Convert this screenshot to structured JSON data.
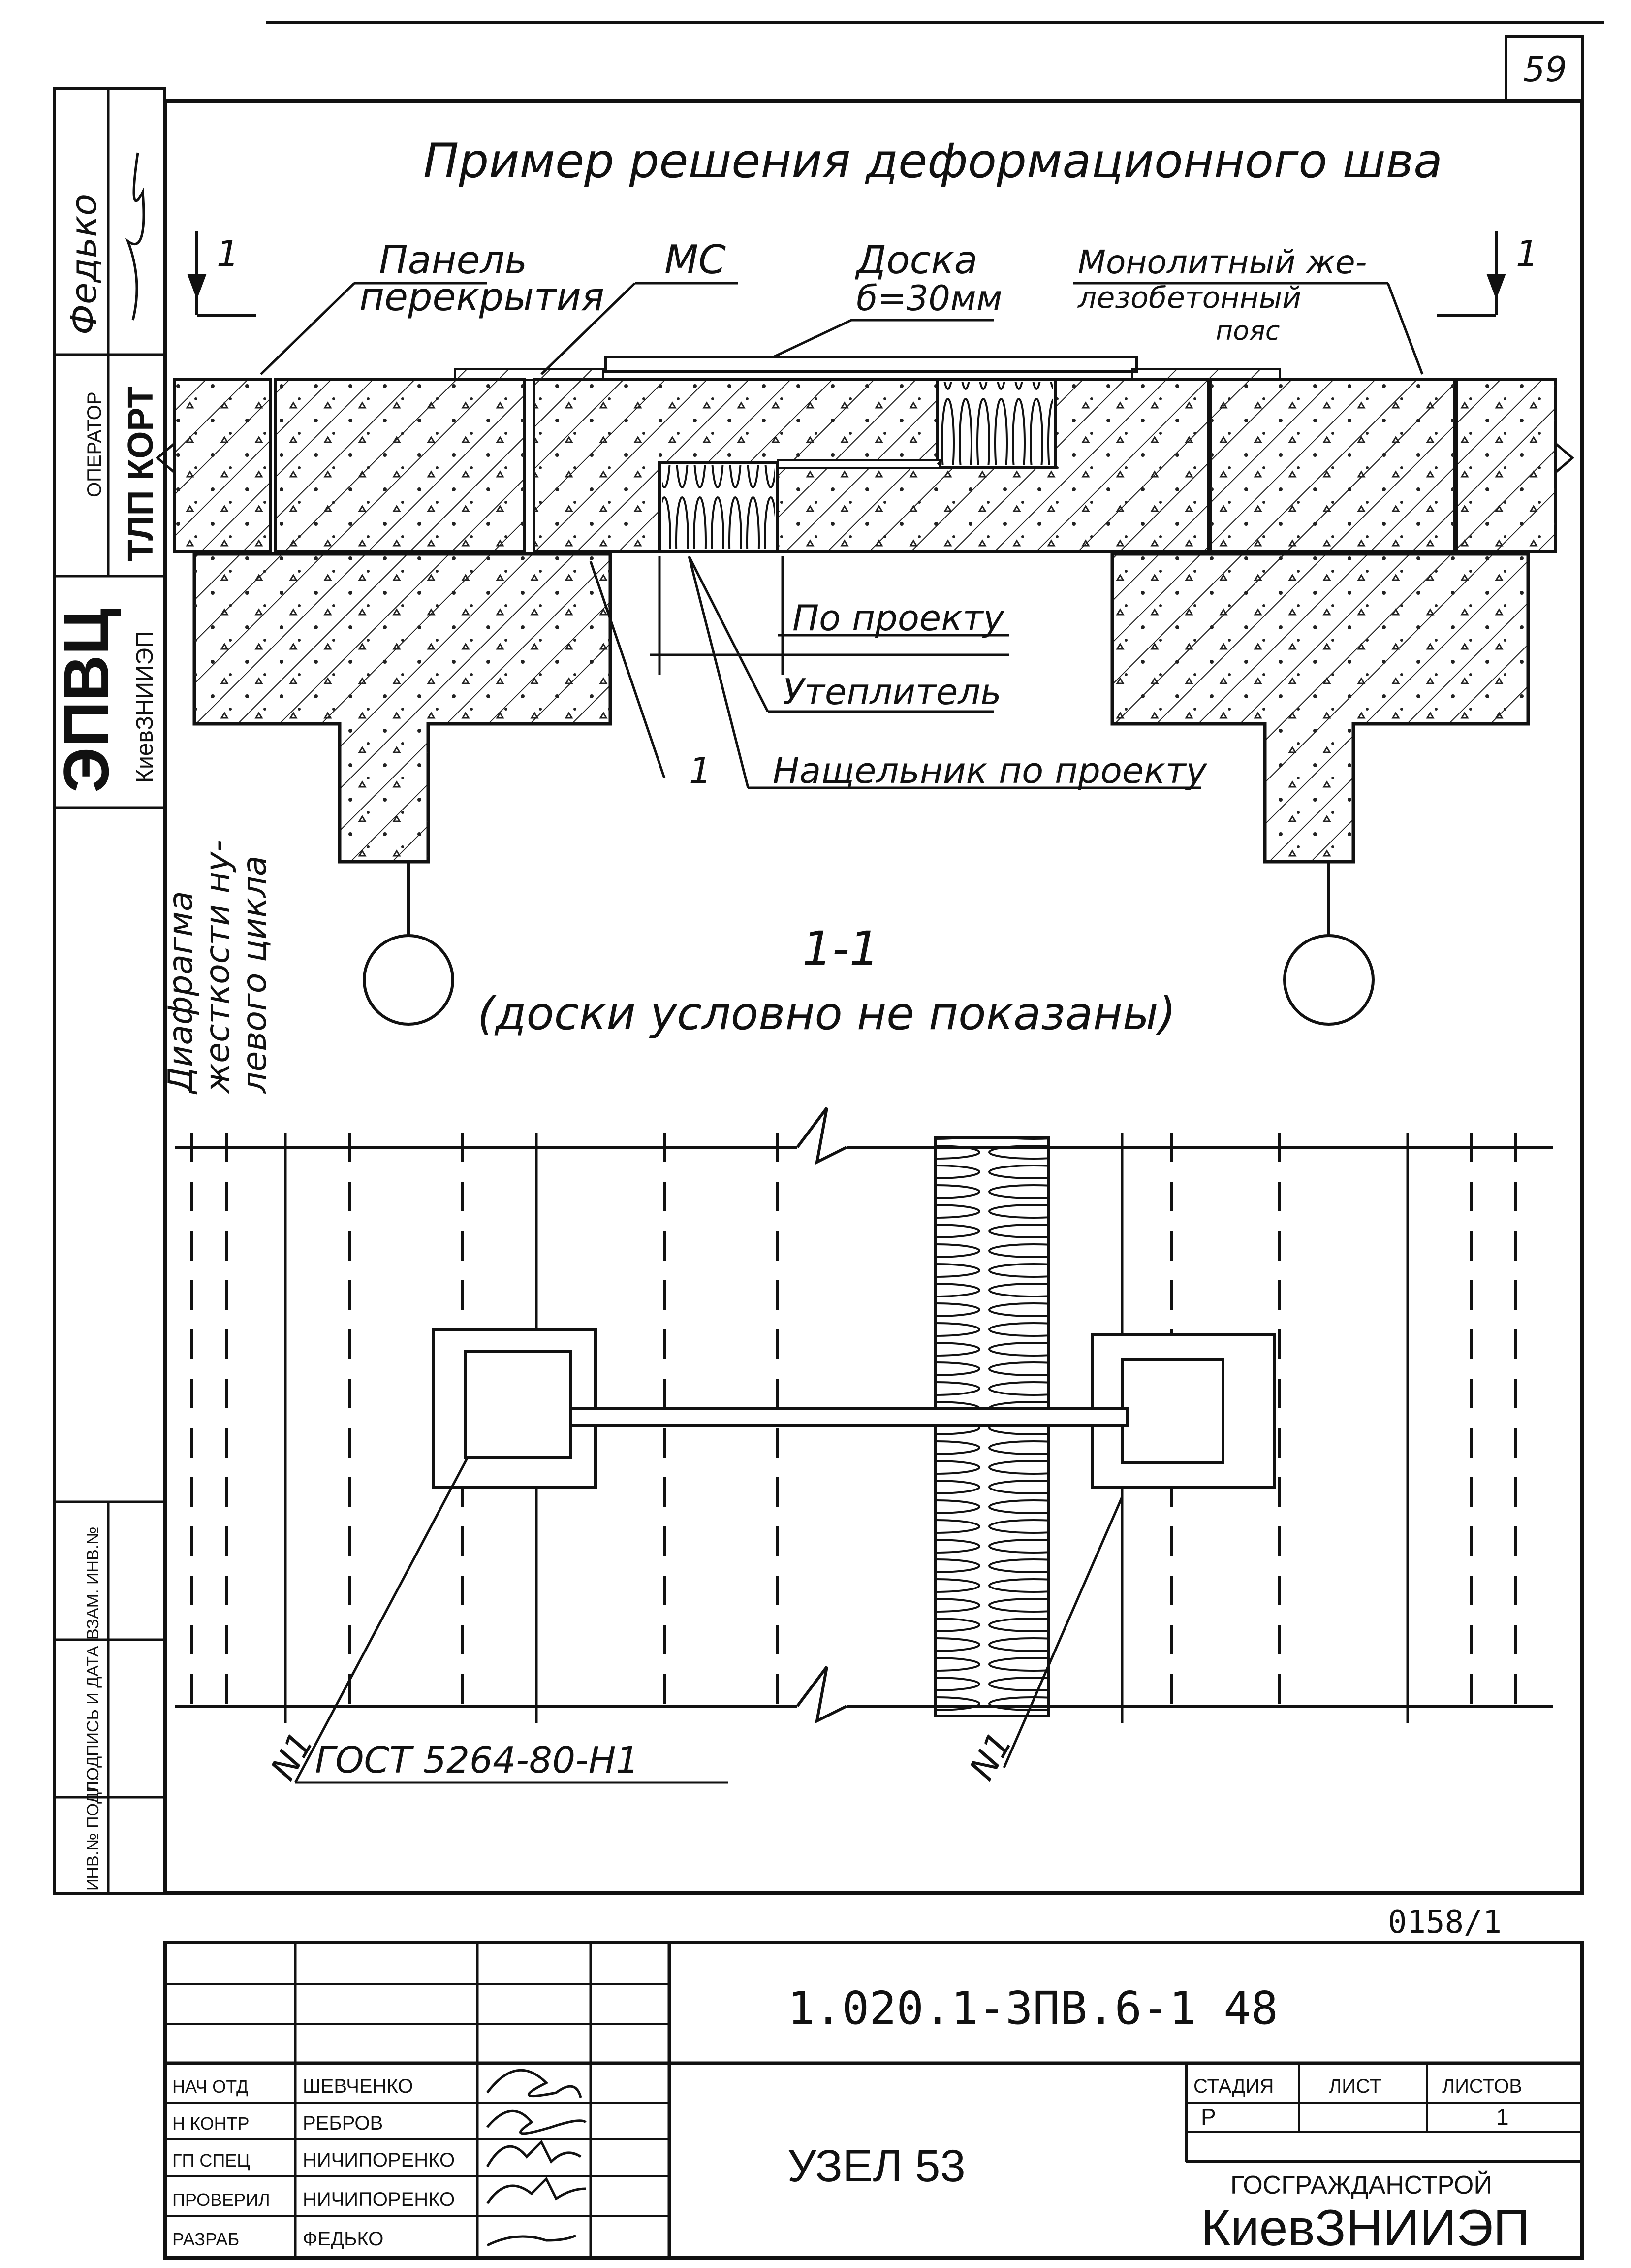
{
  "sheet_number": "59",
  "title": "Пример решения деформационного шва",
  "section_marks": {
    "left": "1",
    "right": "1"
  },
  "labels": {
    "panel": [
      "Панель",
      "перекрытия"
    ],
    "ms": "МС",
    "board": [
      "Доска",
      "б=30мм"
    ],
    "belt": [
      "Монолитный же-",
      "лезобетонный",
      "пояс"
    ],
    "by_project": "По проекту",
    "insulation": "Утеплитель",
    "flashing": "Нащельник по проекту",
    "callout_1": "1",
    "diaphragm": [
      "Диафрагма",
      "жесткости ну-",
      "левого цикла"
    ]
  },
  "section_caption": {
    "title": "1-1",
    "note": "(доски условно не показаны)"
  },
  "plan_labels": {
    "left_n1": "N1",
    "right_n1": "N1",
    "gost": "ГОСТ 5264-80-Н1"
  },
  "inventory_code": "0158/1",
  "title_block": {
    "designation": "1.020.1-3ПВ.6-1  48",
    "roles": [
      "НАЧ ОТД",
      "Н КОНТР",
      "ГП СПЕЦ",
      "ПРОВЕРИЛ",
      "РАЗРАБ"
    ],
    "names": [
      "ШЕВЧЕНКО",
      "РЕБРОВ",
      "НИЧИПОРЕНКО",
      "НИЧИПОРЕНКО",
      "ФЕДЬКО"
    ],
    "sheet_name": "УЗЕЛ 53",
    "stage_header": "СТАДИЯ",
    "sheet_header": "ЛИСТ",
    "sheets_header": "ЛИСТОВ",
    "stage_value": "Р",
    "sheets_value": "1",
    "org_top": "ГОСГРАЖДАНСТРОЙ",
    "org_bottom": "КиевЗНИИЭП"
  },
  "left_margin": {
    "fedko": "Федько",
    "operator": "ОПЕРАТОР",
    "tlp": "ТЛП КОРТ",
    "epvc": "ЭПВЦ",
    "kiev": "КиевЗНИИЭП",
    "vzam": "ВЗАМ. ИНВ.№",
    "podpis": "ПОДПИСЬ И ДАТА",
    "inv": "ИНВ.№ ПОДЛ."
  }
}
